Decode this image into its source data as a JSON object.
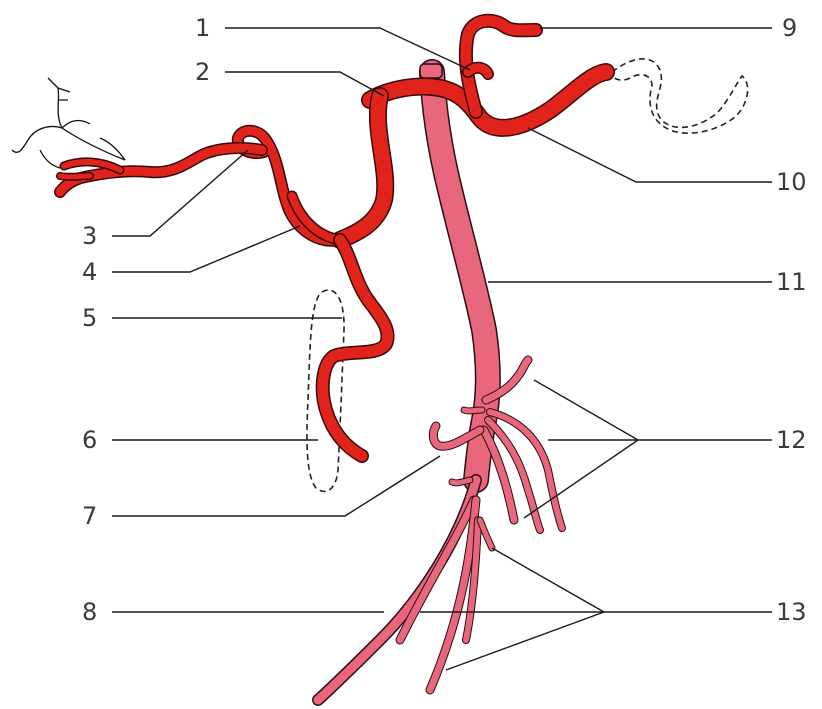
{
  "labels": {
    "l1": "1",
    "l2": "2",
    "l3": "3",
    "l4": "4",
    "l5": "5",
    "l6": "6",
    "l7": "7",
    "l8": "8",
    "l9": "9",
    "l10": "10",
    "l11": "11",
    "l12": "12",
    "l13": "13"
  },
  "colors": {
    "artery": "#e0241b",
    "vessel_pink": "#e8677c",
    "leader_line": "#1a1a1a",
    "label_text": "#3a3a3a"
  }
}
